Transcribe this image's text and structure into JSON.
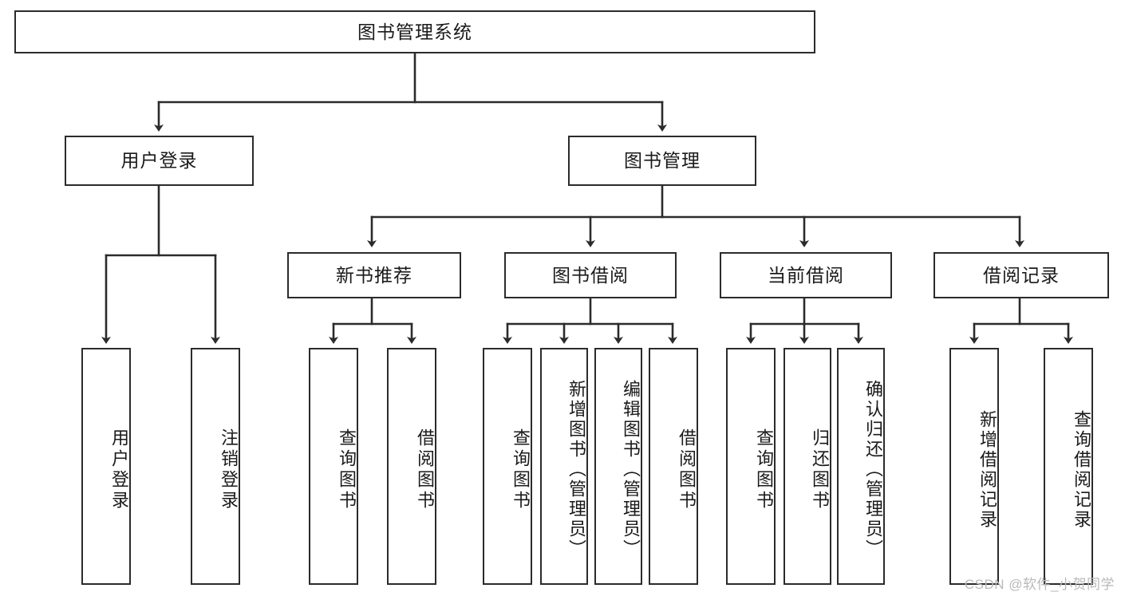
{
  "diagram": {
    "title": "图书管理系统",
    "type": "tree-hierarchy",
    "colors": {
      "box_border": "#2b2b2b",
      "box_fill": "#ffffff",
      "connector": "#2b2b2b",
      "background": "#ffffff",
      "watermark": "#b9b9b9"
    },
    "root": {
      "label": "图书管理系统"
    },
    "level2": [
      {
        "label": "用户登录"
      },
      {
        "label": "图书管理"
      }
    ],
    "level3": [
      {
        "label": "新书推荐"
      },
      {
        "label": "图书借阅"
      },
      {
        "label": "当前借阅"
      },
      {
        "label": "借阅记录"
      }
    ],
    "leaves": {
      "user_login": [
        {
          "label": "用户登录"
        },
        {
          "label": "注销登录"
        }
      ],
      "new_book_recommend": [
        {
          "label": "查询图书"
        },
        {
          "label": "借阅图书"
        }
      ],
      "book_borrow": [
        {
          "label": "查询图书"
        },
        {
          "label": "新增图书（管理员）"
        },
        {
          "label": "编辑图书（管理员）"
        },
        {
          "label": "借阅图书"
        }
      ],
      "current_borrow": [
        {
          "label": "查询图书"
        },
        {
          "label": "归还图书"
        },
        {
          "label": "确认归还（管理员）"
        }
      ],
      "borrow_record": [
        {
          "label": "新增借阅记录"
        },
        {
          "label": "查询借阅记录"
        }
      ]
    }
  },
  "watermark": {
    "text": "CSDN @软件_小贺同学"
  }
}
